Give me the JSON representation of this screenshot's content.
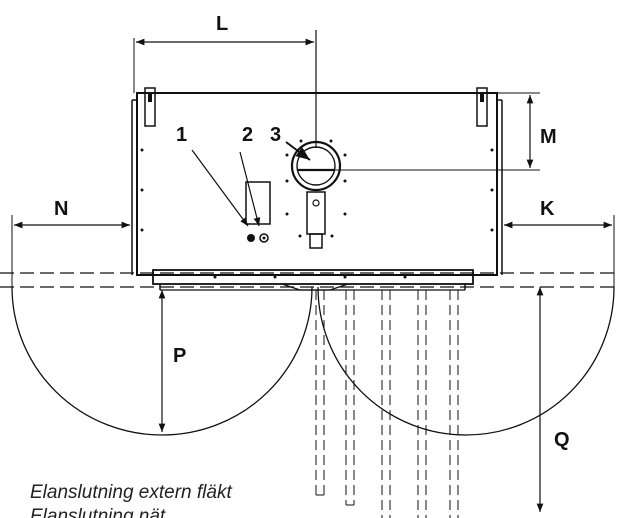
{
  "diagram": {
    "dimension_labels": {
      "L": "L",
      "M": "M",
      "N": "N",
      "K": "K",
      "P": "P",
      "Q": "Q"
    },
    "callouts": {
      "c1": "1",
      "c2": "2",
      "c3": "3"
    },
    "captions": {
      "line1": "Elanslutning extern fläkt",
      "line2": "Elanslutning nät"
    }
  }
}
